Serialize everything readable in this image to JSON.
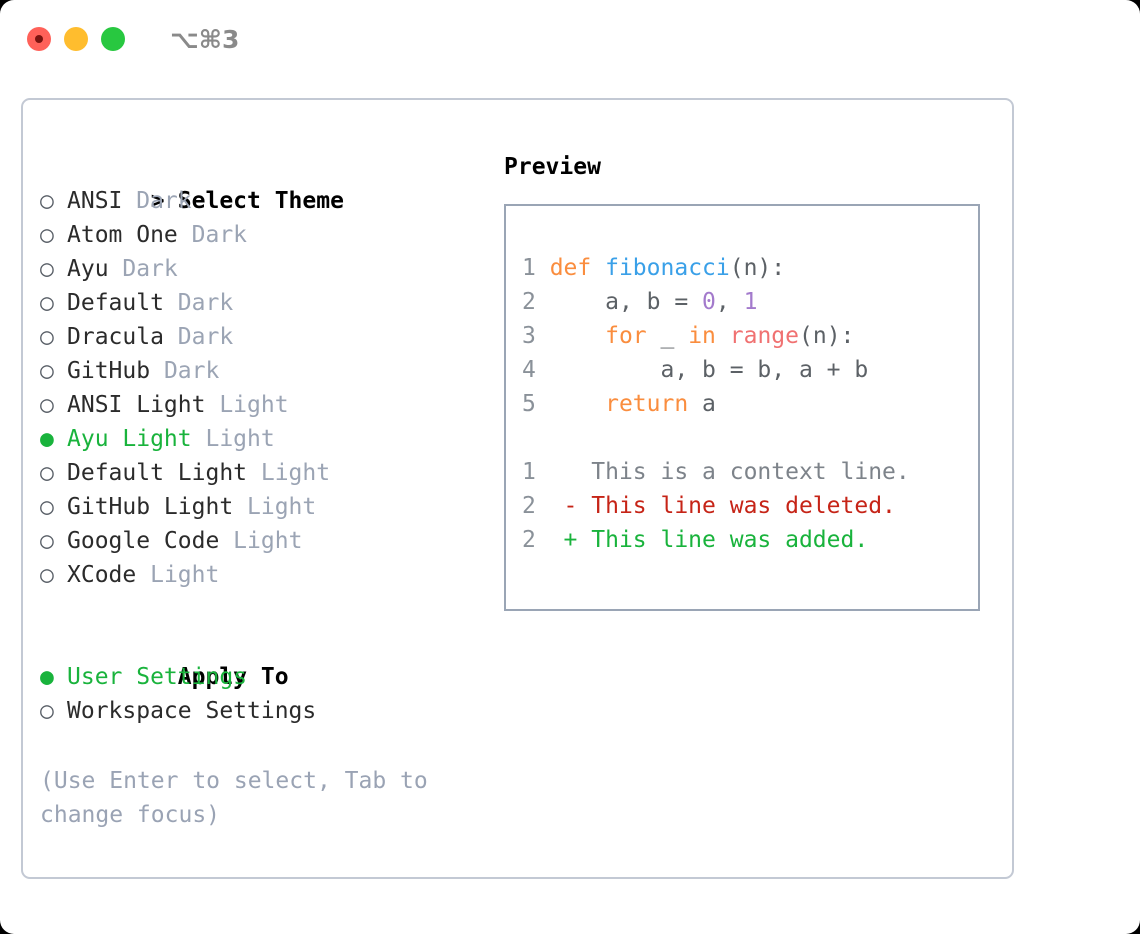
{
  "titlebar": {
    "shortcut": "⌥⌘3",
    "lights": [
      "close-red",
      "minimize-yellow",
      "maximize-green"
    ]
  },
  "theme_list": {
    "header_marker": "> ",
    "header": "Select Theme",
    "items": [
      {
        "marker": "○ ",
        "name": "ANSI",
        "suffix": " Dark",
        "selected": false
      },
      {
        "marker": "○ ",
        "name": "Atom One",
        "suffix": " Dark",
        "selected": false
      },
      {
        "marker": "○ ",
        "name": "Ayu",
        "suffix": " Dark",
        "selected": false
      },
      {
        "marker": "○ ",
        "name": "Default",
        "suffix": " Dark",
        "selected": false
      },
      {
        "marker": "○ ",
        "name": "Dracula",
        "suffix": " Dark",
        "selected": false
      },
      {
        "marker": "○ ",
        "name": "GitHub",
        "suffix": " Dark",
        "selected": false
      },
      {
        "marker": "○ ",
        "name": "ANSI Light",
        "suffix": " Light",
        "selected": false
      },
      {
        "marker": "● ",
        "name": "Ayu Light",
        "suffix": " Light",
        "selected": true
      },
      {
        "marker": "○ ",
        "name": "Default Light",
        "suffix": " Light",
        "selected": false
      },
      {
        "marker": "○ ",
        "name": "GitHub Light",
        "suffix": " Light",
        "selected": false
      },
      {
        "marker": "○ ",
        "name": "Google Code",
        "suffix": " Light",
        "selected": false
      },
      {
        "marker": "○ ",
        "name": "XCode",
        "suffix": " Light",
        "selected": false
      }
    ]
  },
  "apply_to": {
    "header_marker": "  ",
    "header": "Apply To",
    "items": [
      {
        "marker": "● ",
        "name": "User Settings",
        "suffix": "",
        "selected": true
      },
      {
        "marker": "○ ",
        "name": "Workspace Settings",
        "suffix": "",
        "selected": false
      }
    ]
  },
  "hint": "(Use Enter to select, Tab to change focus)",
  "preview": {
    "title": "Preview",
    "code": [
      {
        "lineno": "1",
        "tokens": [
          {
            "t": "def",
            "c": "kw"
          },
          {
            "t": " ",
            "c": "plain"
          },
          {
            "t": "fibonacci",
            "c": "fn"
          },
          {
            "t": "(n):",
            "c": "plain"
          }
        ]
      },
      {
        "lineno": "2",
        "tokens": [
          {
            "t": "    a, b = ",
            "c": "plain"
          },
          {
            "t": "0",
            "c": "num"
          },
          {
            "t": ", ",
            "c": "plain"
          },
          {
            "t": "1",
            "c": "num"
          }
        ]
      },
      {
        "lineno": "3",
        "tokens": [
          {
            "t": "    ",
            "c": "plain"
          },
          {
            "t": "for",
            "c": "kw"
          },
          {
            "t": " _ ",
            "c": "plain"
          },
          {
            "t": "in",
            "c": "kw"
          },
          {
            "t": " ",
            "c": "plain"
          },
          {
            "t": "range",
            "c": "builtin"
          },
          {
            "t": "(n):",
            "c": "plain"
          }
        ]
      },
      {
        "lineno": "4",
        "tokens": [
          {
            "t": "        a, b = b, a + b",
            "c": "plain"
          }
        ]
      },
      {
        "lineno": "5",
        "tokens": [
          {
            "t": "    ",
            "c": "plain"
          },
          {
            "t": "return",
            "c": "kw"
          },
          {
            "t": " a",
            "c": "plain"
          }
        ]
      }
    ],
    "diff": [
      {
        "lineno": "1",
        "marker": "  ",
        "text": "This is a context line.",
        "kind": "diff-ctx"
      },
      {
        "lineno": "2",
        "marker": "- ",
        "text": "This line was deleted.",
        "kind": "diff-del"
      },
      {
        "lineno": "2",
        "marker": "+ ",
        "text": "This line was added.",
        "kind": "diff-add"
      }
    ]
  },
  "colors": {
    "selected_green": "#19b33c",
    "muted_gray": "#9ba4b4",
    "hint_gray": "#9aa3b4",
    "panel_border": "#c3c9d4",
    "preview_border": "#9aa5b5",
    "lineno": "#8a9199",
    "keyword_orange": "#fa8d3e",
    "function_blue": "#3aa0e8",
    "number_purple": "#a37acc",
    "builtin_red": "#f07171",
    "diff_delete_red": "#c62417",
    "diff_add_green": "#19b33c"
  }
}
